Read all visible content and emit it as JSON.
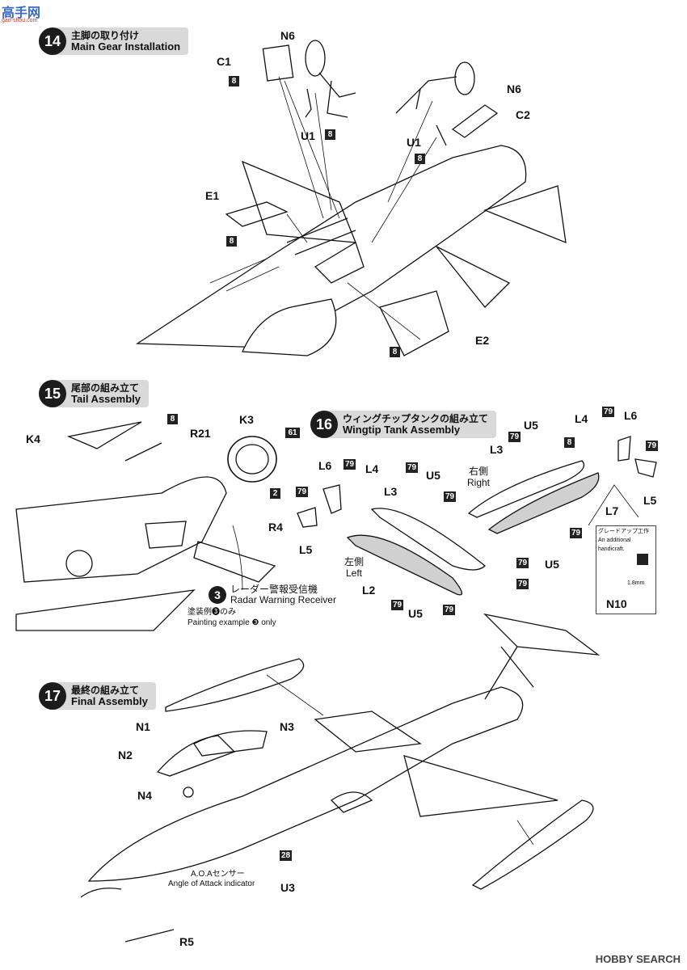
{
  "watermark_top": {
    "site": "高手网",
    "url": "gao-shou.com"
  },
  "watermark_bottom": "HOBBY SEARCH",
  "steps": [
    {
      "num": "14",
      "jp": "主脚の取り付け",
      "en": "Main Gear Installation"
    },
    {
      "num": "15",
      "jp": "尾部の組み立て",
      "en": "Tail Assembly"
    },
    {
      "num": "16",
      "jp": "ウィングチップタンクの組み立て",
      "en": "Wingtip Tank Assembly"
    },
    {
      "num": "17",
      "jp": "最終の組み立て",
      "en": "Final Assembly"
    }
  ],
  "parts": {
    "n6_a": "N6",
    "c1": "C1",
    "u1_a": "U1",
    "n6_b": "N6",
    "c2": "C2",
    "u1_b": "U1",
    "e1": "E1",
    "e2": "E2",
    "k4": "K4",
    "r21": "R21",
    "k3": "K3",
    "r4": "R4",
    "l4_a": "L4",
    "l6_a": "L6",
    "l6_b": "L6",
    "l4_b": "L4",
    "u5_a": "U5",
    "u5_b": "U5",
    "u5_c": "U5",
    "u5_d": "U5",
    "l3_a": "L3",
    "l3_b": "L3",
    "l5_a": "L5",
    "l5_b": "L5",
    "l7": "L7",
    "l2": "L2",
    "n10": "N10",
    "n1": "N1",
    "n2": "N2",
    "n3": "N3",
    "n4": "N4",
    "u3": "U3",
    "r5": "R5"
  },
  "colors": {
    "c8": "8",
    "c61": "61",
    "c2": "2",
    "c79": "79",
    "c28": "28"
  },
  "tank": {
    "right_jp": "右側",
    "right_en": "Right",
    "left_jp": "左側",
    "left_en": "Left"
  },
  "upgrade": {
    "jp": "グレードアップ工作",
    "en1": "An additional",
    "en2": "handicraft.",
    "dim": "1.8mm"
  },
  "radar": {
    "num": "3",
    "jp": "レーダー警報受信機",
    "en": "Radar Warning Receiver",
    "note_jp": "塗装例❸のみ",
    "note_en": "Painting example ❸ only"
  },
  "aoa": {
    "jp": "A.O.Aセンサー",
    "en": "Angle of Attack indicator"
  }
}
